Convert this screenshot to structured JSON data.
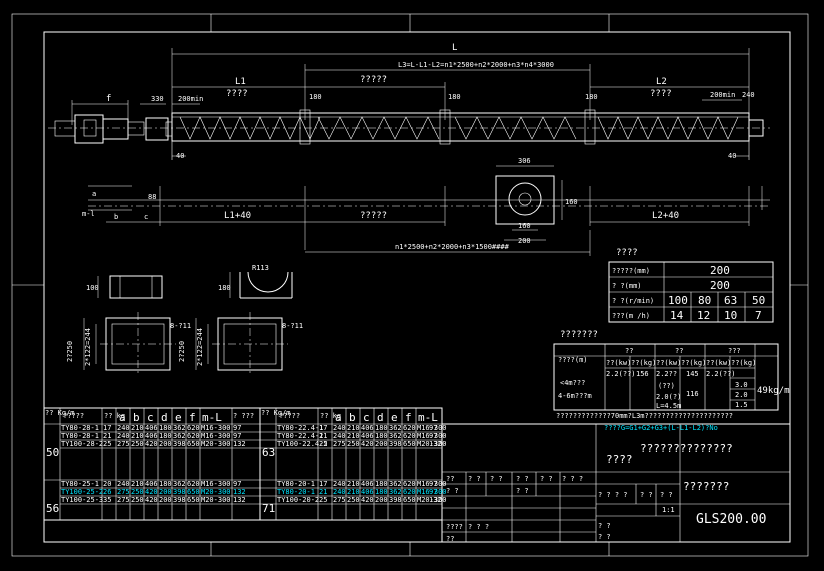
{
  "dims": {
    "L": "L",
    "L3": "L3=L-L1-L2=n1*2500+n2*2000+n3*n4*3000",
    "L1": "L1",
    "L2": "L2",
    "mid_label": "?????",
    "f": "f",
    "d330": "330",
    "d200m_left": "200min",
    "d200m_right": "200min",
    "d240": "240",
    "q_left": "????",
    "q_right": "????",
    "d180a": "180",
    "d180b": "180",
    "d180c": "180",
    "d40a": "40",
    "d40b": "40",
    "L1p40": "L1+40",
    "L2p40": "L2+40",
    "mid2": "?????",
    "bottom_formula": "n1*2500+n2*2000+n3*1500####",
    "d306": "306",
    "d160": "160",
    "d200": "200",
    "d160v": "160",
    "d100": "100",
    "d180v": "180",
    "d88": "88",
    "ml": "m-l",
    "a": "a",
    "b": "b",
    "c": "c",
    "R": "R113",
    "hole1": "8-?11",
    "hole2": "8-?11",
    "v250a": "2?250",
    "v122a": "2*122=244",
    "v250b": "2?250",
    "v122b": "2*122=244"
  },
  "spec": {
    "title": "????",
    "rows": [
      {
        "label": "?????(mm)",
        "values": [
          "200"
        ]
      },
      {
        "label": "?  ?(mm)",
        "values": [
          "200"
        ]
      },
      {
        "label": "? ?(r/min)",
        "values": [
          "100",
          "80",
          "63",
          "50"
        ]
      },
      {
        "label": "???(m  /h)",
        "values": [
          "14",
          "12",
          "10",
          "7"
        ]
      }
    ]
  },
  "power": {
    "title": "???????",
    "h1": "??",
    "h2": "??",
    "h3": "???",
    "h_len": "????(m)",
    "sub": [
      "??(kw)",
      "??(kg)",
      "??(kw)",
      "??(kg)",
      "??(kw)",
      "??(kg)"
    ],
    "r_len": "<4m???",
    "r_len2": "4-6m???m",
    "v1": "2.2(??)",
    "v2": "156",
    "v3": "2.2??",
    "v4": "145",
    "v5": "2.2(??)",
    "v6": "(??)",
    "v7": "2.0(?)",
    "v8": "116",
    "v9": "3.0",
    "v10": "2.0",
    "v11": "1.5",
    "v12": "L=4.5m",
    "weight": "49kg/m",
    "note": "?????????????70mm?L3m?????????????????????",
    "formula": "????G=G1+G2+G3+(L-L1-L2)?No"
  },
  "parts_left": {
    "header": [
      "??\nKg/m",
      "?????",
      "??\nkg",
      "a",
      "b",
      "c",
      "d",
      "e",
      "f",
      "m-L",
      "?\n???"
    ],
    "groups": [
      {
        "mass": "50",
        "rows": [
          [
            "TY80-28-1",
            "17",
            "240",
            "210",
            "406",
            "180",
            "362",
            "620",
            "M16-300",
            "97"
          ],
          [
            "TY80-28-1",
            "21",
            "240",
            "210",
            "406",
            "180",
            "362",
            "620",
            "M16-300",
            "97"
          ],
          [
            "TY100-28-2",
            "25",
            "275",
            "250",
            "420",
            "200",
            "398",
            "650",
            "M20-300",
            "132"
          ]
        ]
      },
      {
        "mass": "56",
        "rows": [
          [
            "TY80-25-1",
            "20",
            "240",
            "210",
            "406",
            "180",
            "362",
            "620",
            "M16-300",
            "97"
          ],
          [
            "TY100-25-2",
            "26",
            "275",
            "250",
            "420",
            "200",
            "398",
            "650",
            "M20-300",
            "132"
          ],
          [
            "TY100-25-3",
            "35",
            "275",
            "250",
            "420",
            "200",
            "398",
            "650",
            "M20-300",
            "132"
          ]
        ]
      }
    ]
  },
  "parts_right": {
    "header": [
      "??\nKg/m",
      "?????",
      "??\nkg",
      "a",
      "b",
      "c",
      "d",
      "e",
      "f",
      "m-L",
      "?\n???"
    ],
    "groups": [
      {
        "mass": "63",
        "rows": [
          [
            "TY80-22.4-1",
            "17",
            "240",
            "210",
            "406",
            "180",
            "362",
            "620",
            "M16-300",
            "97"
          ],
          [
            "TY80-22.4-1",
            "21",
            "240",
            "210",
            "406",
            "180",
            "362",
            "620",
            "M16-300",
            "97"
          ],
          [
            "TY100-22.4-2",
            "25",
            "275",
            "250",
            "420",
            "200",
            "398",
            "650",
            "M20-300",
            "132"
          ]
        ]
      },
      {
        "mass": "71",
        "rows": [
          [
            "TY80-20-1",
            "17",
            "240",
            "210",
            "406",
            "180",
            "362",
            "620",
            "M16-300",
            "97"
          ],
          [
            "TY80-20-1",
            "21",
            "240",
            "210",
            "406",
            "180",
            "362",
            "620",
            "M16-300",
            "97"
          ],
          [
            "TY100-20-2",
            "25",
            "275",
            "250",
            "420",
            "200",
            "398",
            "650",
            "M20-300",
            "132"
          ]
        ]
      }
    ]
  },
  "title_block": {
    "company": "????",
    "name": "??????????????",
    "drawing": "???????",
    "code": "GLS200.00",
    "scale": "1:1",
    "c1": "??",
    "c2": "? ?",
    "c3": "? ?",
    "c4": "? ?",
    "c5": "? ?",
    "c6": "? ? ?",
    "c7": "? ?",
    "c8": "? ?",
    "c9": "????",
    "c10": "? ? ?",
    "c11": "??",
    "c12": "? ? ? ?",
    "c13": "? ?",
    "c14": "? ?",
    "c15": "? ?",
    "c16": "? ?"
  }
}
